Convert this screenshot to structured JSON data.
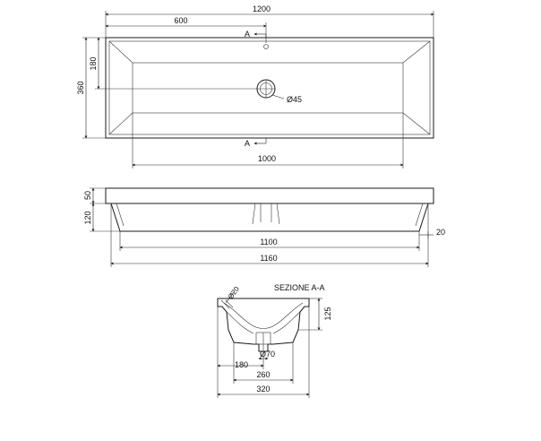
{
  "top_view": {
    "dim_total_width": "1200",
    "dim_half_width": "600",
    "dim_depth": "360",
    "dim_drain_offset": "180",
    "dim_basin_length": "1000",
    "drain_diameter": "Ø45",
    "section_marker_top": "A",
    "section_marker_bottom": "A"
  },
  "front_view": {
    "dim_top_thickness": "50",
    "dim_body_height": "120",
    "dim_inner_width": "1100",
    "dim_bottom_width": "1160",
    "dim_side_offset": "20"
  },
  "section_view": {
    "title": "SEZIONE A-A",
    "dim_overflow_diameter": "Ø20",
    "dim_height": "125",
    "dim_drain_diameter": "Ø70",
    "dim_drain_position": "180",
    "dim_inner_width": "260",
    "dim_outer_width": "320"
  }
}
